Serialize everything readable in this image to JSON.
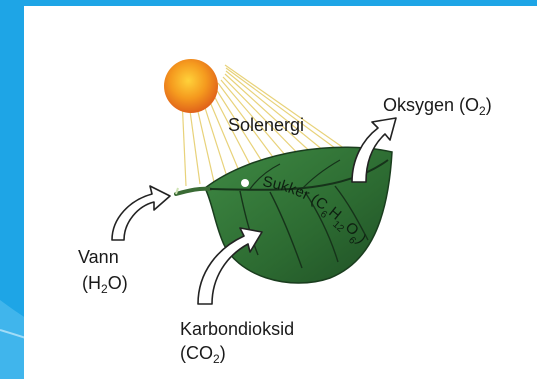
{
  "diagram": {
    "solenergi": "Solenergi",
    "oksygen": {
      "text": "Oksygen (O",
      "sub": "2",
      "close": ")"
    },
    "sukker": {
      "text": "Sukker (C",
      "sub1": "6",
      "mid1": "H",
      "sub2": "12",
      "mid2": "O",
      "sub3": "6",
      "close": ")"
    },
    "vann": {
      "line1": "Vann",
      "line2_open": "(H",
      "line2_sub": "2",
      "line2_close": "O)"
    },
    "karbondioksid": {
      "line1": "Karbondioksid",
      "line2_open": "(CO",
      "line2_sub": "2",
      "line2_close": ")"
    }
  },
  "icons": [
    "sun-icon",
    "leaf-icon",
    "arrow-icon"
  ],
  "colors": {
    "background": "#1ea5e6",
    "sun": "#f08a1c",
    "rays": "#e8d27a",
    "leaf": "#2f6d34",
    "leaf_dark": "#1f4f25",
    "arrow_fill": "#ffffff",
    "arrow_stroke": "#222222"
  }
}
